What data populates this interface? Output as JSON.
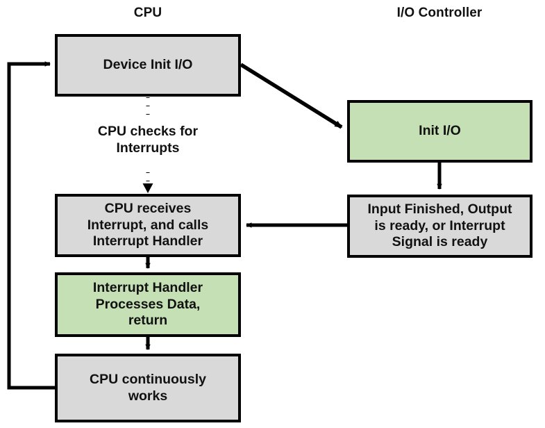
{
  "diagram": {
    "title_cpu": "CPU",
    "title_io": "I/O Controller",
    "colors": {
      "process_fill": "#d9d9d9",
      "highlight_fill": "#c5e0b4",
      "stroke": "#000000",
      "text": "#111111",
      "background": "#ffffff"
    },
    "nodes": {
      "device_init_io": "Device Init I/O",
      "cpu_checks": "CPU checks for\nInterrupts",
      "cpu_receives": "CPU receives\nInterrupt, and calls\nInterrupt Handler",
      "interrupt_handler": "Interrupt Handler\nProcesses Data,\nreturn",
      "cpu_works": "CPU continuously\nworks",
      "init_io": "Init I/O",
      "input_finished": "Input Finished, Output\nis ready, or Interrupt\nSignal is ready"
    },
    "edges": [
      {
        "name": "device-init-to-init-io",
        "style": "solid-arrow"
      },
      {
        "name": "device-init-to-cpu-checks",
        "style": "dotted"
      },
      {
        "name": "cpu-checks-to-cpu-receives",
        "style": "dotted-arrow"
      },
      {
        "name": "init-io-to-input-finished",
        "style": "solid-arrow"
      },
      {
        "name": "input-finished-to-cpu-receives",
        "style": "solid-arrow"
      },
      {
        "name": "cpu-receives-to-interrupt-handler",
        "style": "solid-arrow"
      },
      {
        "name": "interrupt-handler-to-cpu-works",
        "style": "solid-arrow"
      },
      {
        "name": "cpu-works-to-device-init-feedback",
        "style": "solid-arrow"
      }
    ]
  }
}
